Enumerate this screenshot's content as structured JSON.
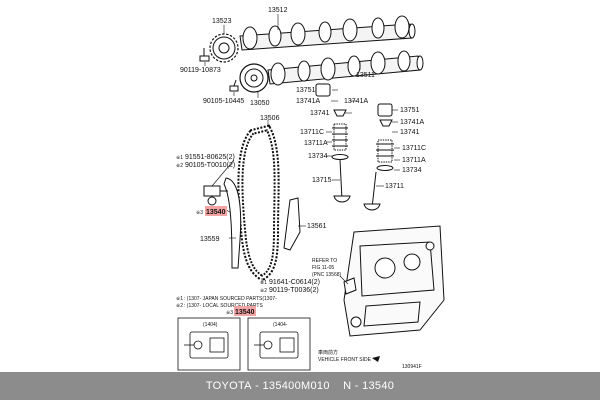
{
  "parts": {
    "p13523": "13523",
    "p13512": "13512",
    "p13511": "13511",
    "p90119_10873": "90119-10873",
    "p90105_10445": "90105-10445",
    "p13050": "13050",
    "p13506": "13506",
    "p13751_a": "13751",
    "p13741A_a": "13741A",
    "p13741A_b": "13741A",
    "p13741_a": "13741",
    "p13751_b": "13751",
    "p13741A_c": "13741A",
    "p13741_b": "13741",
    "p13711C_a": "13711C",
    "p13711C_b": "13711C",
    "p13711A_a": "13711A",
    "p13711A_b": "13711A",
    "p13734_a": "13734",
    "p13734_b": "13734",
    "p13715": "13715",
    "p13711": "13711",
    "p91551": "91551-80625(2)",
    "p90105_t0010": "90105-T0010(2)",
    "p13540_a": "13540",
    "p13559": "13559",
    "p13561": "13561",
    "p91641": "91641-C0614(2)",
    "p90119_t0036": "90119-T0036(2)",
    "p13540_b": "13540",
    "mark1": "※1",
    "mark2": "※2",
    "mark3": "※3"
  },
  "refer": {
    "line1": "REFER TO",
    "line2": "FIG 11-05",
    "line3": "(PNC 13568)"
  },
  "legend": {
    "l1_mark": "※1",
    "l1_text": ": (1307- JAPAN SOURCED PARTS(1307-",
    "l2_mark": "※2",
    "l2_text": ": (1307- LOCAL SOURCED PARTS",
    "l3_mark": "※3"
  },
  "insets": {
    "left_code": "(1404)",
    "right_code": "(1404-"
  },
  "orientation": {
    "jp": "車両前方",
    "en": "VEHICLE FRONT SIDE"
  },
  "figure_code": "130941F",
  "footer": {
    "brand": "TOYOTA",
    "sep1": " - ",
    "part_number": "135400M010",
    "sep2": "    N - ",
    "pnc": "13540"
  },
  "colors": {
    "highlight": "#f2a3a3",
    "footer_bg": "#8c8c8c"
  }
}
